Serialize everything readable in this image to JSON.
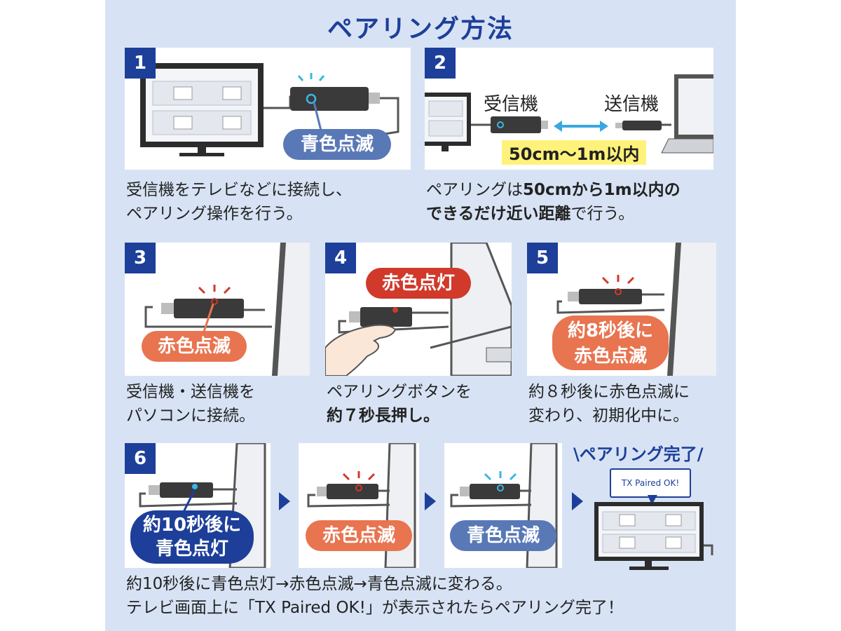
{
  "title": "ペアリング方法",
  "steps": {
    "s1": {
      "num": "1",
      "badge": "青色点滅",
      "cap1": "受信機をテレビなどに接続し、",
      "cap2": "ペアリング操作を行う。"
    },
    "s2": {
      "num": "2",
      "label_rx": "受信機",
      "label_tx": "送信機",
      "range": "50cm〜1m以内",
      "cap1_a": "ペアリングは",
      "cap1_b": "50cmから1m以内の",
      "cap2_a": "できるだけ近い距離",
      "cap2_b": "で行う。"
    },
    "s3": {
      "num": "3",
      "badge": "赤色点滅",
      "cap1": "受信機・送信機を",
      "cap2": "パソコンに接続。"
    },
    "s4": {
      "num": "4",
      "badge": "赤色点灯",
      "cap1": "ペアリングボタンを",
      "cap2": "約７秒長押し。"
    },
    "s5": {
      "num": "5",
      "badge1": "約8秒後に",
      "badge2": "赤色点滅",
      "cap1": "約８秒後に赤色点滅に",
      "cap2": "変わり、初期化中に。"
    },
    "s6": {
      "num": "6",
      "badge_a1": "約10秒後に",
      "badge_a2": "青色点灯",
      "badge_b": "赤色点滅",
      "badge_c": "青色点滅",
      "done": "\\ペアリング完了/",
      "msg": "TX Paired OK!",
      "cap1": "約10秒後に青色点灯→赤色点滅→青色点滅に変わる。",
      "cap2": "テレビ画面上に「TX Paired OK!」が表示されたらペアリング完了！"
    }
  },
  "colors": {
    "navy": "#1d3f9a",
    "panel": "#d7e3f4",
    "red": "#e87450",
    "blue": "#5978b6",
    "device": "#3a3a3a"
  }
}
